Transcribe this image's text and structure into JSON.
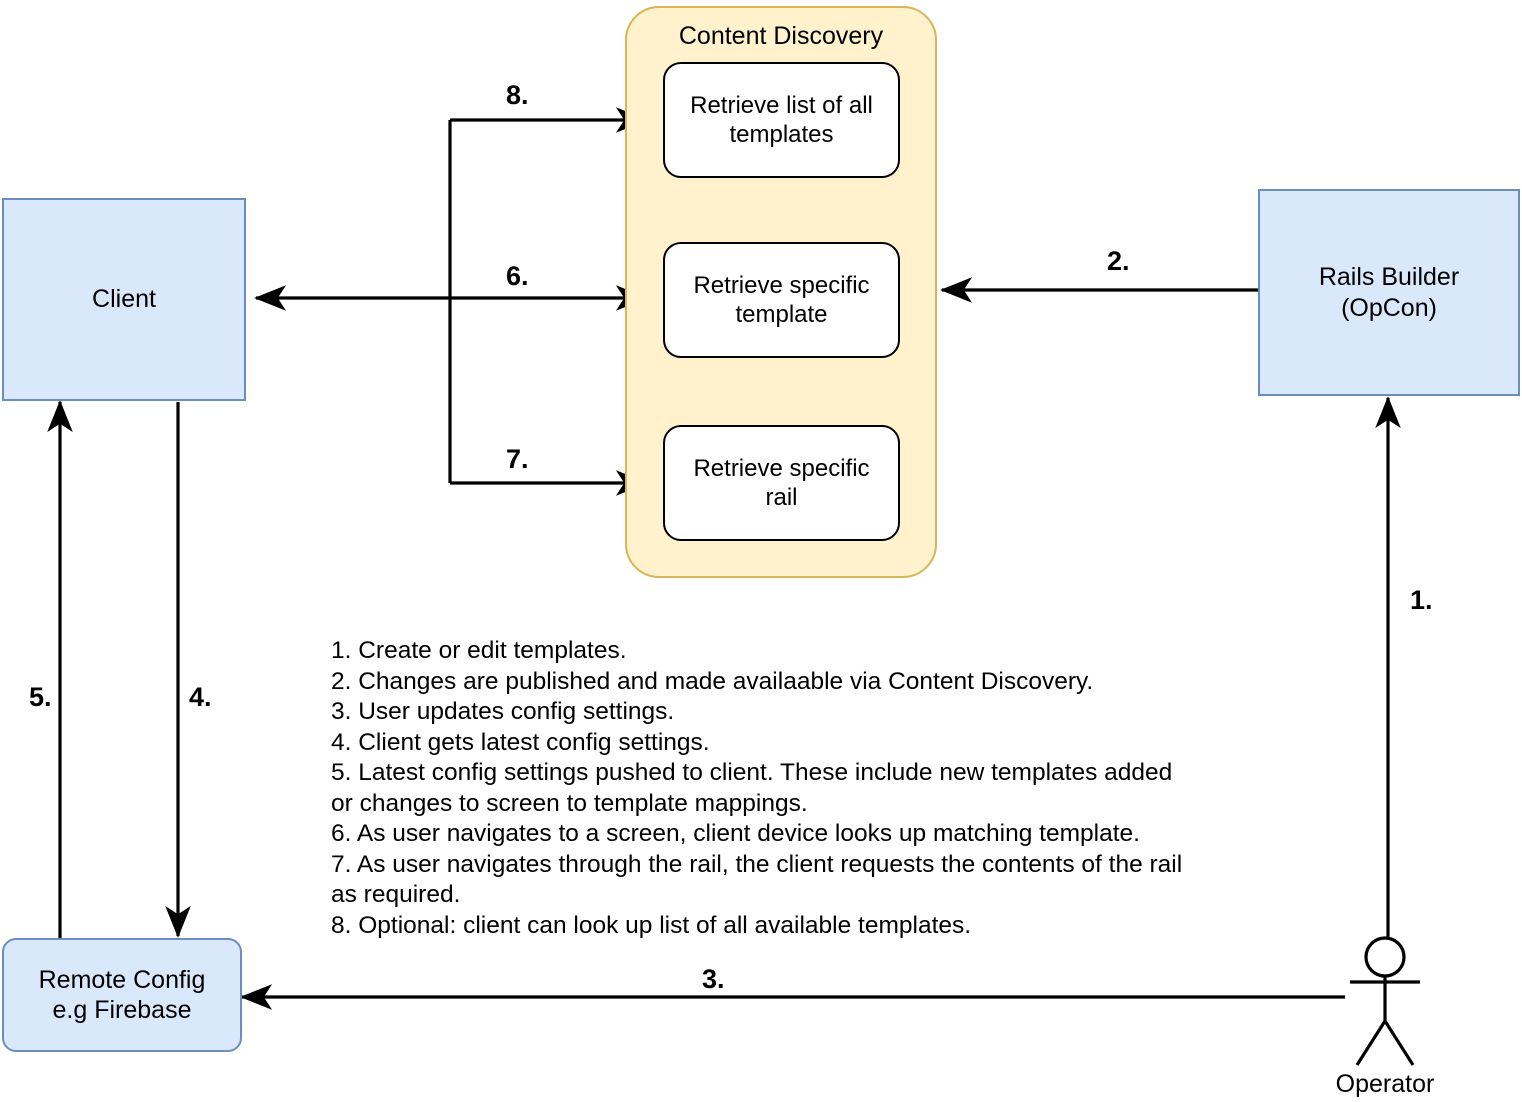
{
  "diagram": {
    "title_group": "Content Discovery",
    "nodes": {
      "client": "Client",
      "remote_config_line1": "Remote Config",
      "remote_config_line2": "e.g Firebase",
      "rails_builder_line1": "Rails Builder",
      "rails_builder_line2": "(OpCon)",
      "retrieve_all": "Retrieve list of all templates",
      "retrieve_template": "Retrieve specific template",
      "retrieve_rail": "Retrieve specific rail",
      "operator": "Operator"
    },
    "edge_labels": {
      "one": "1.",
      "two": "2.",
      "three": "3.",
      "four": "4.",
      "five": "5.",
      "six": "6.",
      "seven": "7.",
      "eight": "8."
    },
    "legend": "1. Create or edit templates.\n2. Changes are published and made availaable via Content Discovery.\n3. User updates config settings.\n4. Client gets latest config settings.\n5. Latest config settings pushed to client. These include new templates added\nor changes to screen to template mappings.\n6. As user navigates to a screen, client device looks up matching template.\n7. As user navigates through the rail, the client requests the contents of the rail\nas required.\n8. Optional: client can look up list of all available templates.",
    "colors": {
      "box_fill": "#dae8fc",
      "box_stroke": "#6c8ebf",
      "group_fill": "#fff2cc",
      "group_stroke": "#d6b656",
      "inner_fill": "#ffffff",
      "inner_stroke": "#000000",
      "line": "#000000",
      "background": "#ffffff"
    }
  }
}
